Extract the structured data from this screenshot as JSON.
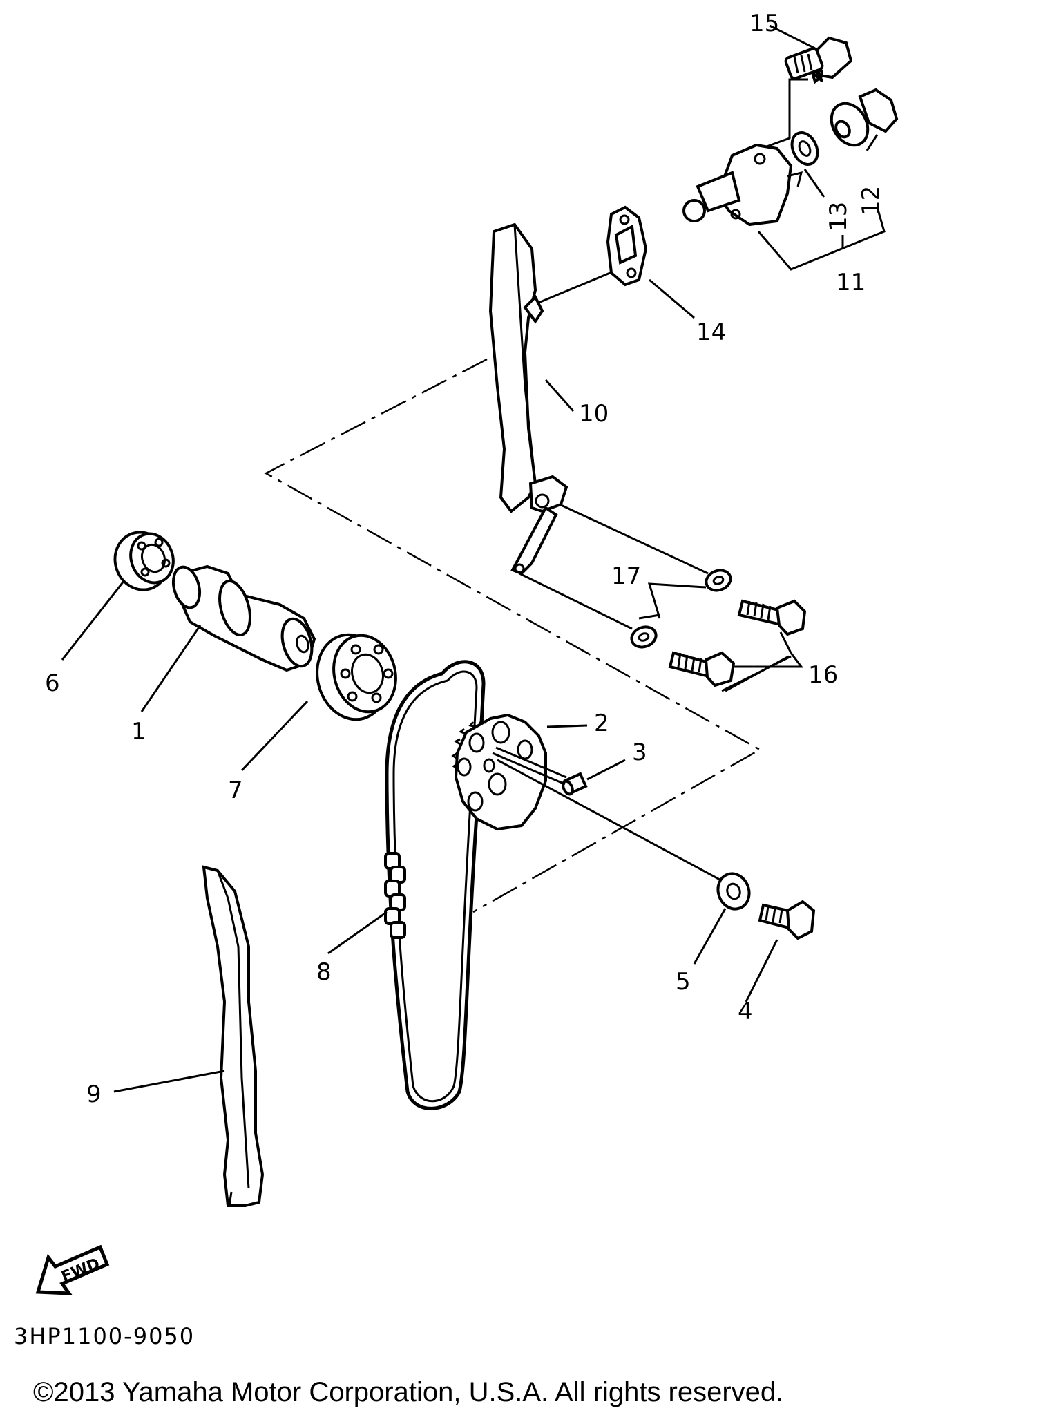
{
  "diagram_code": "3HP1100-9050",
  "copyright": "©2013 Yamaha Motor Corporation, U.S.A. All rights reserved.",
  "direction_label": "FWD",
  "callouts": [
    "1",
    "2",
    "3",
    "4",
    "5",
    "6",
    "7",
    "8",
    "9",
    "10",
    "11",
    "12",
    "13",
    "14",
    "15",
    "16",
    "17"
  ]
}
